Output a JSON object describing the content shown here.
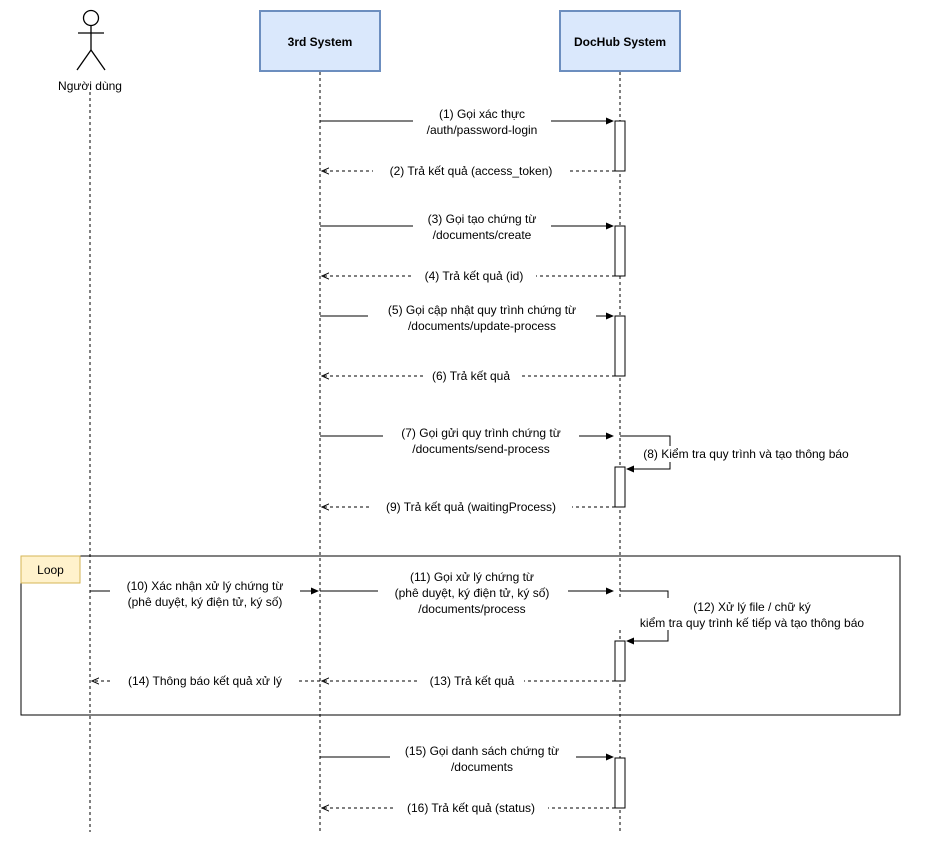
{
  "actors": {
    "user": "Người dùng",
    "third": "3rd System",
    "dochub": "DocHub System"
  },
  "loop_label": "Loop",
  "messages": {
    "m1": [
      "(1) Gọi xác thực",
      "/auth/password-login"
    ],
    "m2": [
      "(2) Trả kết quả (access_token)"
    ],
    "m3": [
      "(3) Gọi tạo chứng từ",
      "/documents/create"
    ],
    "m4": [
      "(4) Trả kết quả (id)"
    ],
    "m5": [
      "(5) Gọi cập nhật quy trình chứng từ",
      "/documents/update-process"
    ],
    "m6": [
      "(6) Trả kết quả"
    ],
    "m7": [
      "(7) Gọi gửi quy trình chứng từ",
      "/documents/send-process"
    ],
    "m8": [
      "(8) Kiểm tra quy trình và tạo thông báo"
    ],
    "m9": [
      "(9) Trả kết quả (waitingProcess)"
    ],
    "m10": [
      "(10) Xác nhận xử lý chứng từ",
      "(phê duyệt, ký điện tử, ký số)"
    ],
    "m11": [
      "(11) Gọi xử lý chứng từ",
      "(phê duyệt, ký điện tử, ký số)",
      "/documents/process"
    ],
    "m12": [
      "(12) Xử lý file / chữ ký",
      "kiểm tra quy trình kế tiếp và tạo thông báo"
    ],
    "m13": [
      "(13) Trả kết quả"
    ],
    "m14": [
      "(14) Thông báo kết quả xử lý"
    ],
    "m15": [
      "(15) Gọi danh sách chứng từ",
      "/documents"
    ],
    "m16": [
      "(16) Trả kết quả (status)"
    ]
  },
  "colors": {
    "box_fill": "#dae8fc",
    "box_stroke": "#6c8ebf",
    "loop_fill": "#fff2cc",
    "loop_stroke": "#d6b656"
  }
}
